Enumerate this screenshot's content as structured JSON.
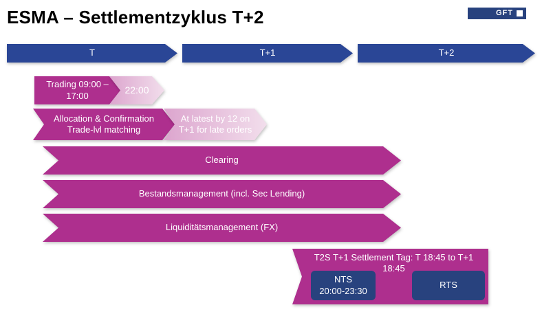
{
  "title": "ESMA – Settlementzyklus T+2",
  "logo": {
    "text": "GFT"
  },
  "timeline": {
    "days": [
      "T",
      "T+1",
      "T+2"
    ]
  },
  "process_rows": {
    "trading": {
      "label_line1": "Trading 09:00 –",
      "label_line2": "17:00",
      "tail_label": "22:00"
    },
    "allocation": {
      "label_line1": "Allocation & Confirmation",
      "label_line2": "Trade-lvl matching",
      "tail_line1": "At latest by 12 on",
      "tail_line2": "T+1 for late orders"
    },
    "clearing": {
      "label": "Clearing"
    },
    "bestandsmanagement": {
      "label": "Bestandsmanagement (incl. Sec Lending)"
    },
    "liquiditaetsmanagement": {
      "label": "Liquiditätsmanagement (FX)"
    }
  },
  "settlement_box": {
    "title_line1": "T2S T+1 Settlement Tag: T 18:45 to T+1",
    "title_line2": "18:45",
    "nts_line1": "NTS",
    "nts_line2": "20:00-23:30",
    "rts_label": "RTS"
  },
  "colors": {
    "navy_arrow": "#2A4696",
    "navy_box": "#28427E",
    "magenta": "#AE2F8E",
    "pink_light_start": "#DCA5CE",
    "pink_light_end": "#F2DEEC",
    "text_on_shape": "#FFFFFF",
    "title_text": "#000000"
  }
}
